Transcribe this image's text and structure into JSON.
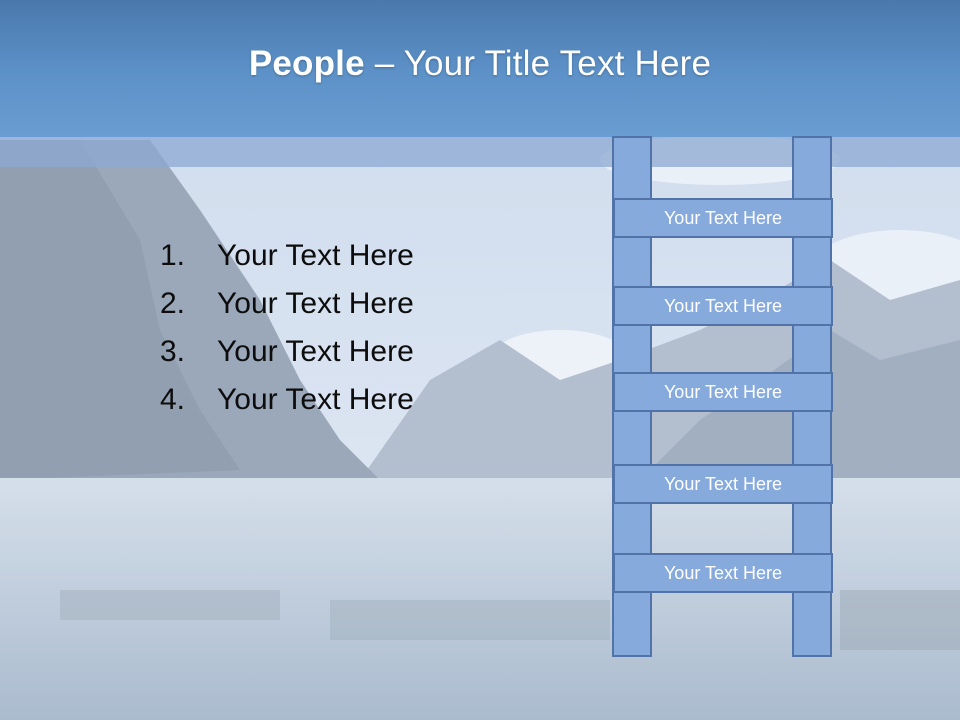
{
  "title": {
    "bold": "People",
    "rest": " – Your Title Text Here"
  },
  "list": [
    {
      "number": "1.",
      "text": "Your Text Here"
    },
    {
      "number": "2.",
      "text": "Your Text Here"
    },
    {
      "number": "3.",
      "text": "Your Text Here"
    },
    {
      "number": "4.",
      "text": "Your Text Here"
    }
  ],
  "ladder_rungs": [
    "Your Text Here",
    "Your Text Here",
    "Your Text Here",
    "Your Text Here",
    "Your Text Here"
  ],
  "colors": {
    "title_bar": "#5d92c8",
    "ladder_fill": "#86aadb",
    "ladder_border": "#5273a8"
  }
}
